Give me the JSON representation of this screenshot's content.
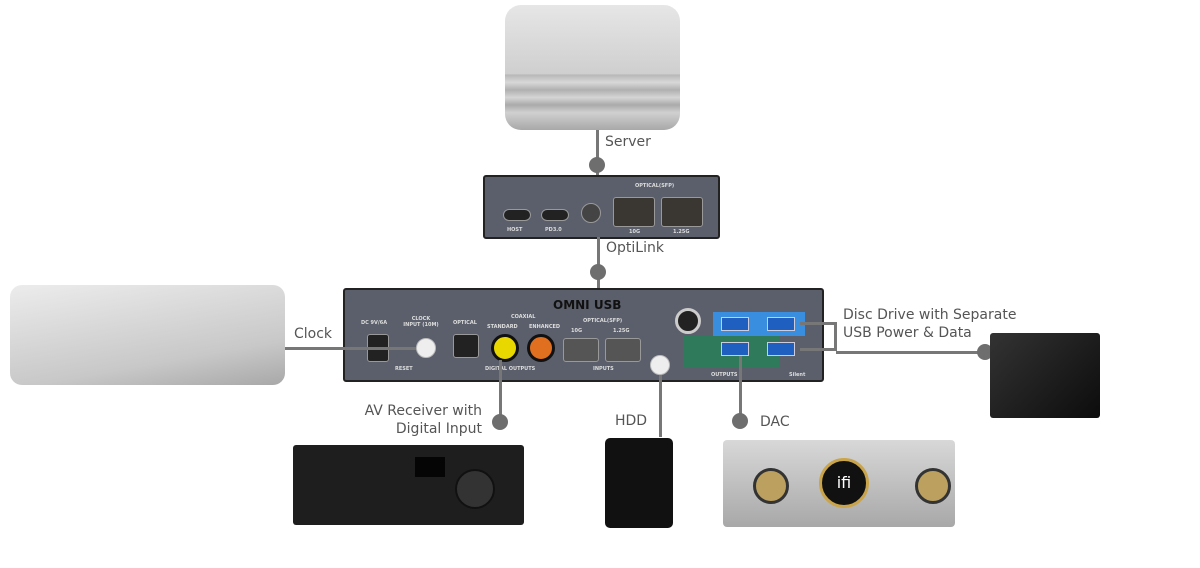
{
  "labels": {
    "server": "Server",
    "optilink": "OptiLink",
    "clock": "Clock",
    "disc_line1": "Disc Drive with Separate",
    "disc_line2": "USB Power & Data",
    "av_line1": "AV Receiver with",
    "av_line2": "Digital Input",
    "hdd": "HDD",
    "dac": "DAC"
  },
  "optilink_panel": {
    "host": "HOST",
    "pd": "PD3.0",
    "optical": "OPTICAL(SFP)",
    "p10g": "10G",
    "p125g": "1.25G"
  },
  "omni_panel": {
    "brand": "OMNI USB",
    "dc": "DC 9V/6A",
    "clock_input": "CLOCK INPUT (10M)",
    "optical": "OPTICAL",
    "coaxial": "COAXIAL",
    "standard": "STANDARD",
    "enhanced": "ENHANCED",
    "reset": "RESET",
    "digital_outputs": "DIGITAL OUTPUTS",
    "optical_sfp": "OPTICAL(SFP)",
    "p10g": "10G",
    "p125g": "1.25G",
    "inputs": "INPUTS",
    "outputs": "OUTPUTS",
    "maker": "Silent"
  },
  "dac": {
    "logo": "ifi"
  }
}
